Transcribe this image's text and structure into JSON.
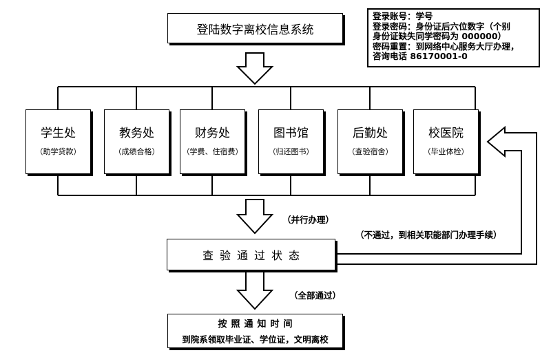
{
  "title": "登陆数字离校信息系统",
  "info_box": {
    "lines": [
      "登录账号：学号",
      "登录密码：身份证后六位数字（个别",
      "身份证缺失同学密码为 000000）",
      "密码重置：到网络中心服务大厅办理，",
      "咨询电话 86170001-0"
    ]
  },
  "departments": [
    {
      "name": "学生处",
      "note": "（助学贷款）"
    },
    {
      "name": "教务处",
      "note": "（成绩合格）"
    },
    {
      "name": "财务处",
      "note": "（学费、住宿费）"
    },
    {
      "name": "图书馆",
      "note": "（归还图书）"
    },
    {
      "name": "后勤处",
      "note": "（查验宿舍）"
    },
    {
      "name": "校医院",
      "note": "（毕业体检）"
    }
  ],
  "labels": {
    "parallel": "（并行办理）",
    "all_passed": "（全部通过）",
    "failed": "（不通过，到相关职能部门办理手续）"
  },
  "status_box": "查验通过状态",
  "notice": {
    "line1": "按照通知时间",
    "line2": "到院系领取毕业证、学位证，文明离校"
  }
}
